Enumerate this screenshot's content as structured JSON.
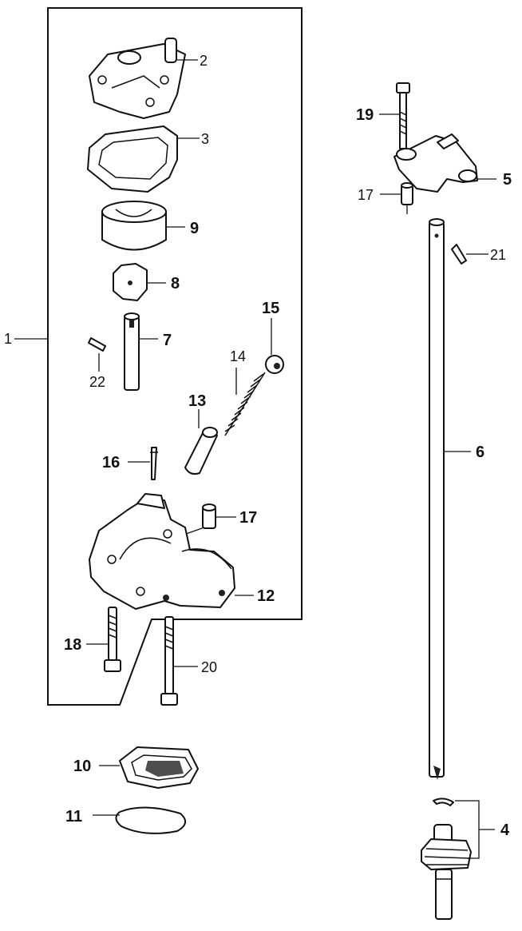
{
  "labels": {
    "p1": "1",
    "p2": "2",
    "p3": "3",
    "p4": "4",
    "p5": "5",
    "p6": "6",
    "p7": "7",
    "p8": "8",
    "p9": "9",
    "p10": "10",
    "p11": "11",
    "p12": "12",
    "p13": "13",
    "p14": "14",
    "p15": "15",
    "p16": "16",
    "p17a": "17",
    "p17b": "17",
    "p18": "18",
    "p19": "19",
    "p20": "20",
    "p21": "21",
    "p22": "22"
  }
}
